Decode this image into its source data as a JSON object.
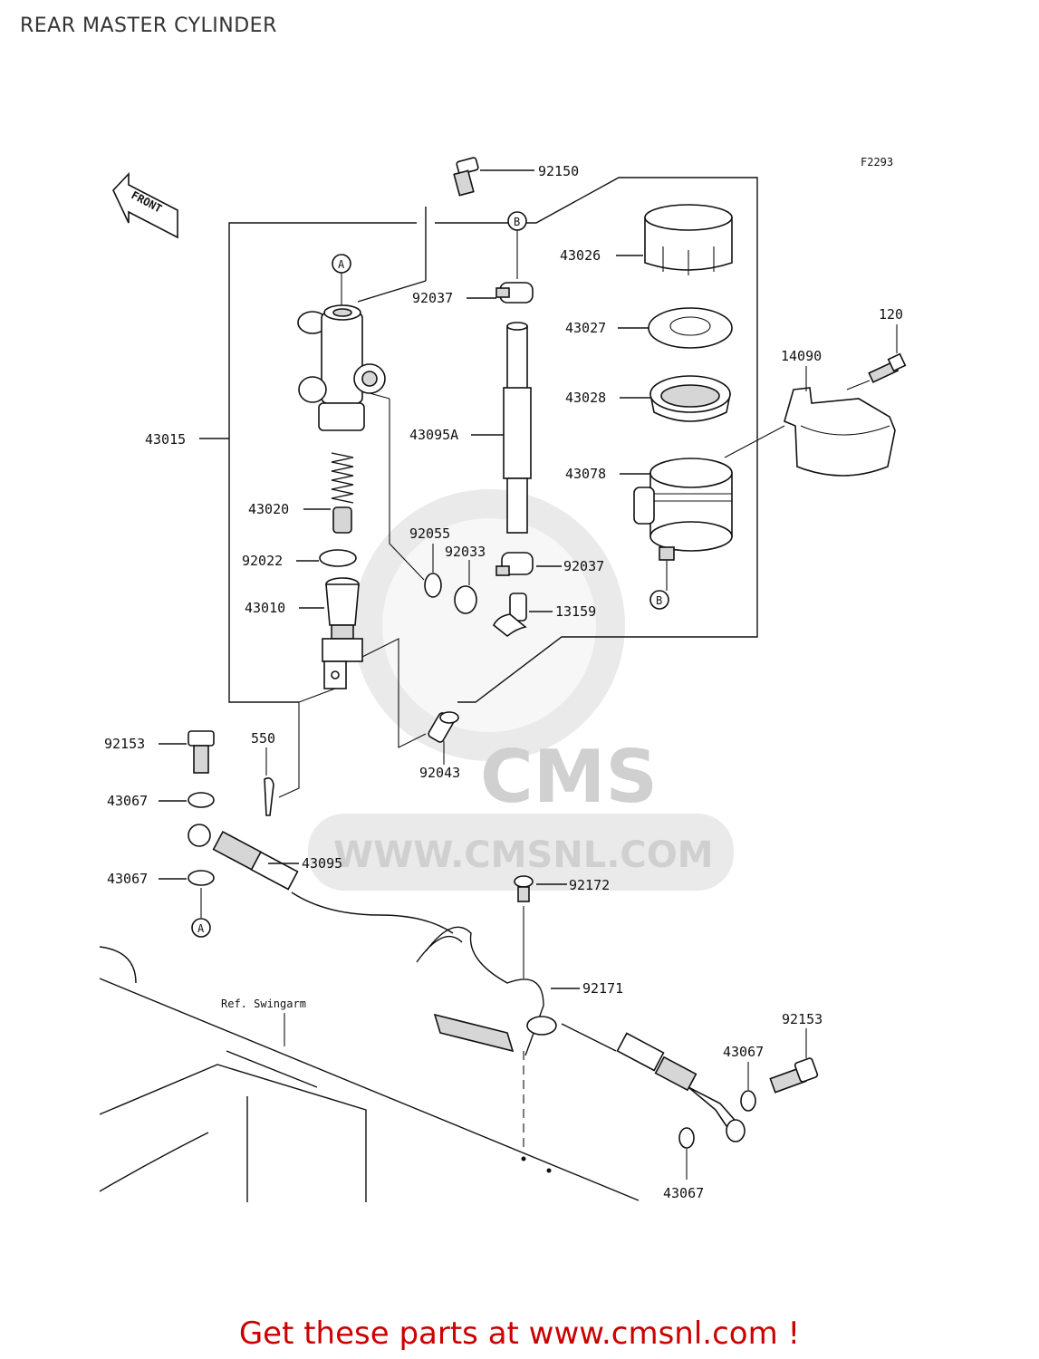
{
  "page": {
    "title": "REAR MASTER CYLINDER"
  },
  "diagram": {
    "figure_code": "F2293",
    "front_marker": "FRONT",
    "reference_note": "Ref. Swingarm",
    "connectors": {
      "a": "A",
      "b": "B"
    },
    "part_labels": {
      "p92150": "92150",
      "p43026": "43026",
      "p120": "120",
      "p92037_top": "92037",
      "p43027": "43027",
      "p14090": "14090",
      "p43028": "43028",
      "p43015": "43015",
      "p43095a": "43095A",
      "p43078": "43078",
      "p43020": "43020",
      "p92055": "92055",
      "p92033": "92033",
      "p92022": "92022",
      "p92037_bottom": "92037",
      "p43010": "43010",
      "p13159": "13159",
      "p92153_left": "92153",
      "p550": "550",
      "p92043": "92043",
      "p43067_a": "43067",
      "p43095": "43095",
      "p43067_b": "43067",
      "p92172": "92172",
      "p92171": "92171",
      "p92153_right": "92153",
      "p43067_c": "43067",
      "p43067_d": "43067"
    }
  },
  "watermark": {
    "brand": "CMS",
    "url": "WWW.CMSNL.COM"
  },
  "footer": {
    "cta": "Get these parts at www.cmsnl.com !"
  }
}
